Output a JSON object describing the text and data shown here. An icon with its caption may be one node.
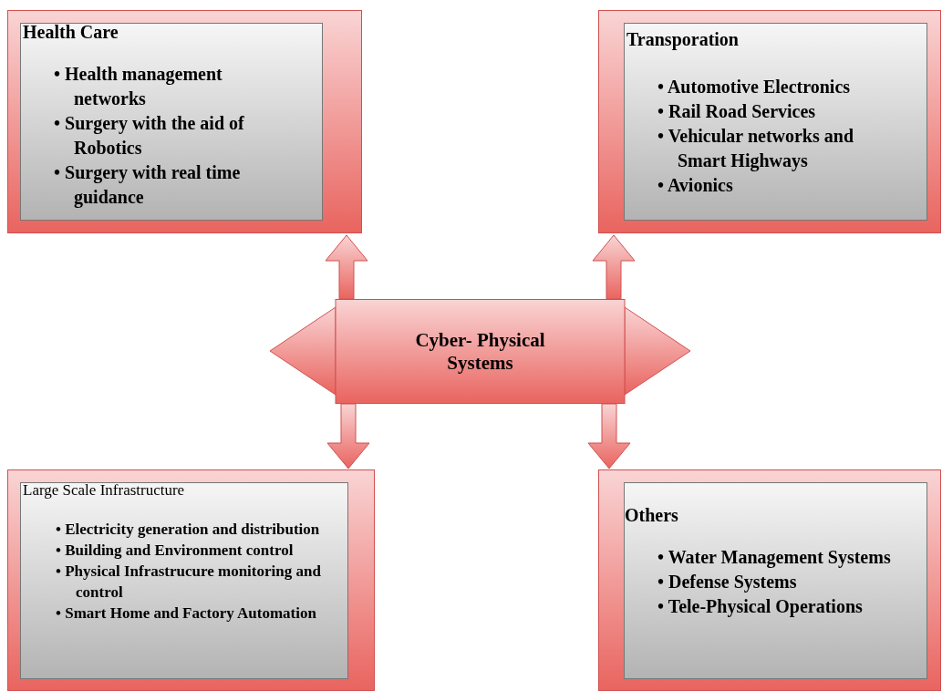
{
  "diagram": {
    "nodes": [
      {
        "text": [
          "Health Care",
          "• Health management networks",
          "• Surgery with the aid of Robotics",
          "• Surgery with real time guidance"
        ]
      },
      {
        "text": [
          "Transporation",
          "• Automotive Electronics",
          "• Rail Road Services",
          "• Vehicular networks and Smart Highways",
          "• Avionics"
        ]
      },
      {
        "text": [
          "Cyber- Physical Systems"
        ]
      },
      {
        "text": [
          "Large Scale Infrastructure",
          "• Electricity generation and distribution",
          "• Building and Environment control",
          "• Physical Infrastrucure monitoring and control",
          "• Smart Home and Factory Automation"
        ]
      },
      {
        "text": [
          "Others",
          "• Water Management Systems",
          "• Defense Systems",
          "• Tele-Physical Operations"
        ]
      }
    ],
    "edges": [
      {
        "from": 2,
        "to": 0,
        "arrow": "to",
        "style": "thick"
      },
      {
        "from": 2,
        "to": 1,
        "arrow": "to",
        "style": "thick"
      },
      {
        "from": 2,
        "to": 3,
        "arrow": "to",
        "style": "thick"
      },
      {
        "from": 2,
        "to": 4,
        "arrow": "to",
        "style": "thick"
      }
    ]
  }
}
